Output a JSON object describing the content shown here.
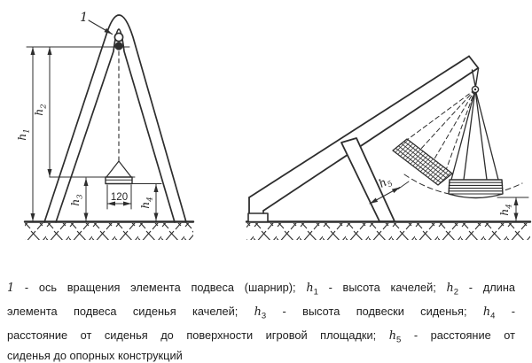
{
  "figure": {
    "left_view": {
      "pivot_callout": "1",
      "seat_width": "120",
      "h1": {
        "base": "h",
        "sub": "1"
      },
      "h2": {
        "base": "h",
        "sub": "2"
      },
      "h3": {
        "base": "h",
        "sub": "3"
      },
      "h4": {
        "base": "h",
        "sub": "4"
      }
    },
    "right_view": {
      "h5": {
        "base": "h",
        "sub": "5"
      },
      "h4": {
        "base": "h",
        "sub": "4"
      }
    }
  },
  "caption": {
    "line1": {
      "ref_num": "1",
      "t1": " - ось вращения элемента подвеса (шарнир); ",
      "v1": {
        "base": "h",
        "sub": "1"
      },
      "t2": " - высота качелей; ",
      "v2": {
        "base": "h",
        "sub": "2"
      },
      "t3": " - длина"
    },
    "line2": {
      "t1": "элемента подвеса сиденья качелей; ",
      "v1": {
        "base": "h",
        "sub": "3"
      },
      "t2": " - высота подвески сиденья; ",
      "v2": {
        "base": "h",
        "sub": "4"
      },
      "t3": " -"
    },
    "line3": {
      "t1": "расстояние от сиденья до поверхности игровой площадки; ",
      "v1": {
        "base": "h",
        "sub": "5"
      },
      "t2": " - расстояние от"
    },
    "line4": {
      "t1": "сиденья до опорных конструкций"
    }
  },
  "colors": {
    "line": "#2d2d2d",
    "text": "#1c1c1c",
    "background": "#ffffff"
  }
}
